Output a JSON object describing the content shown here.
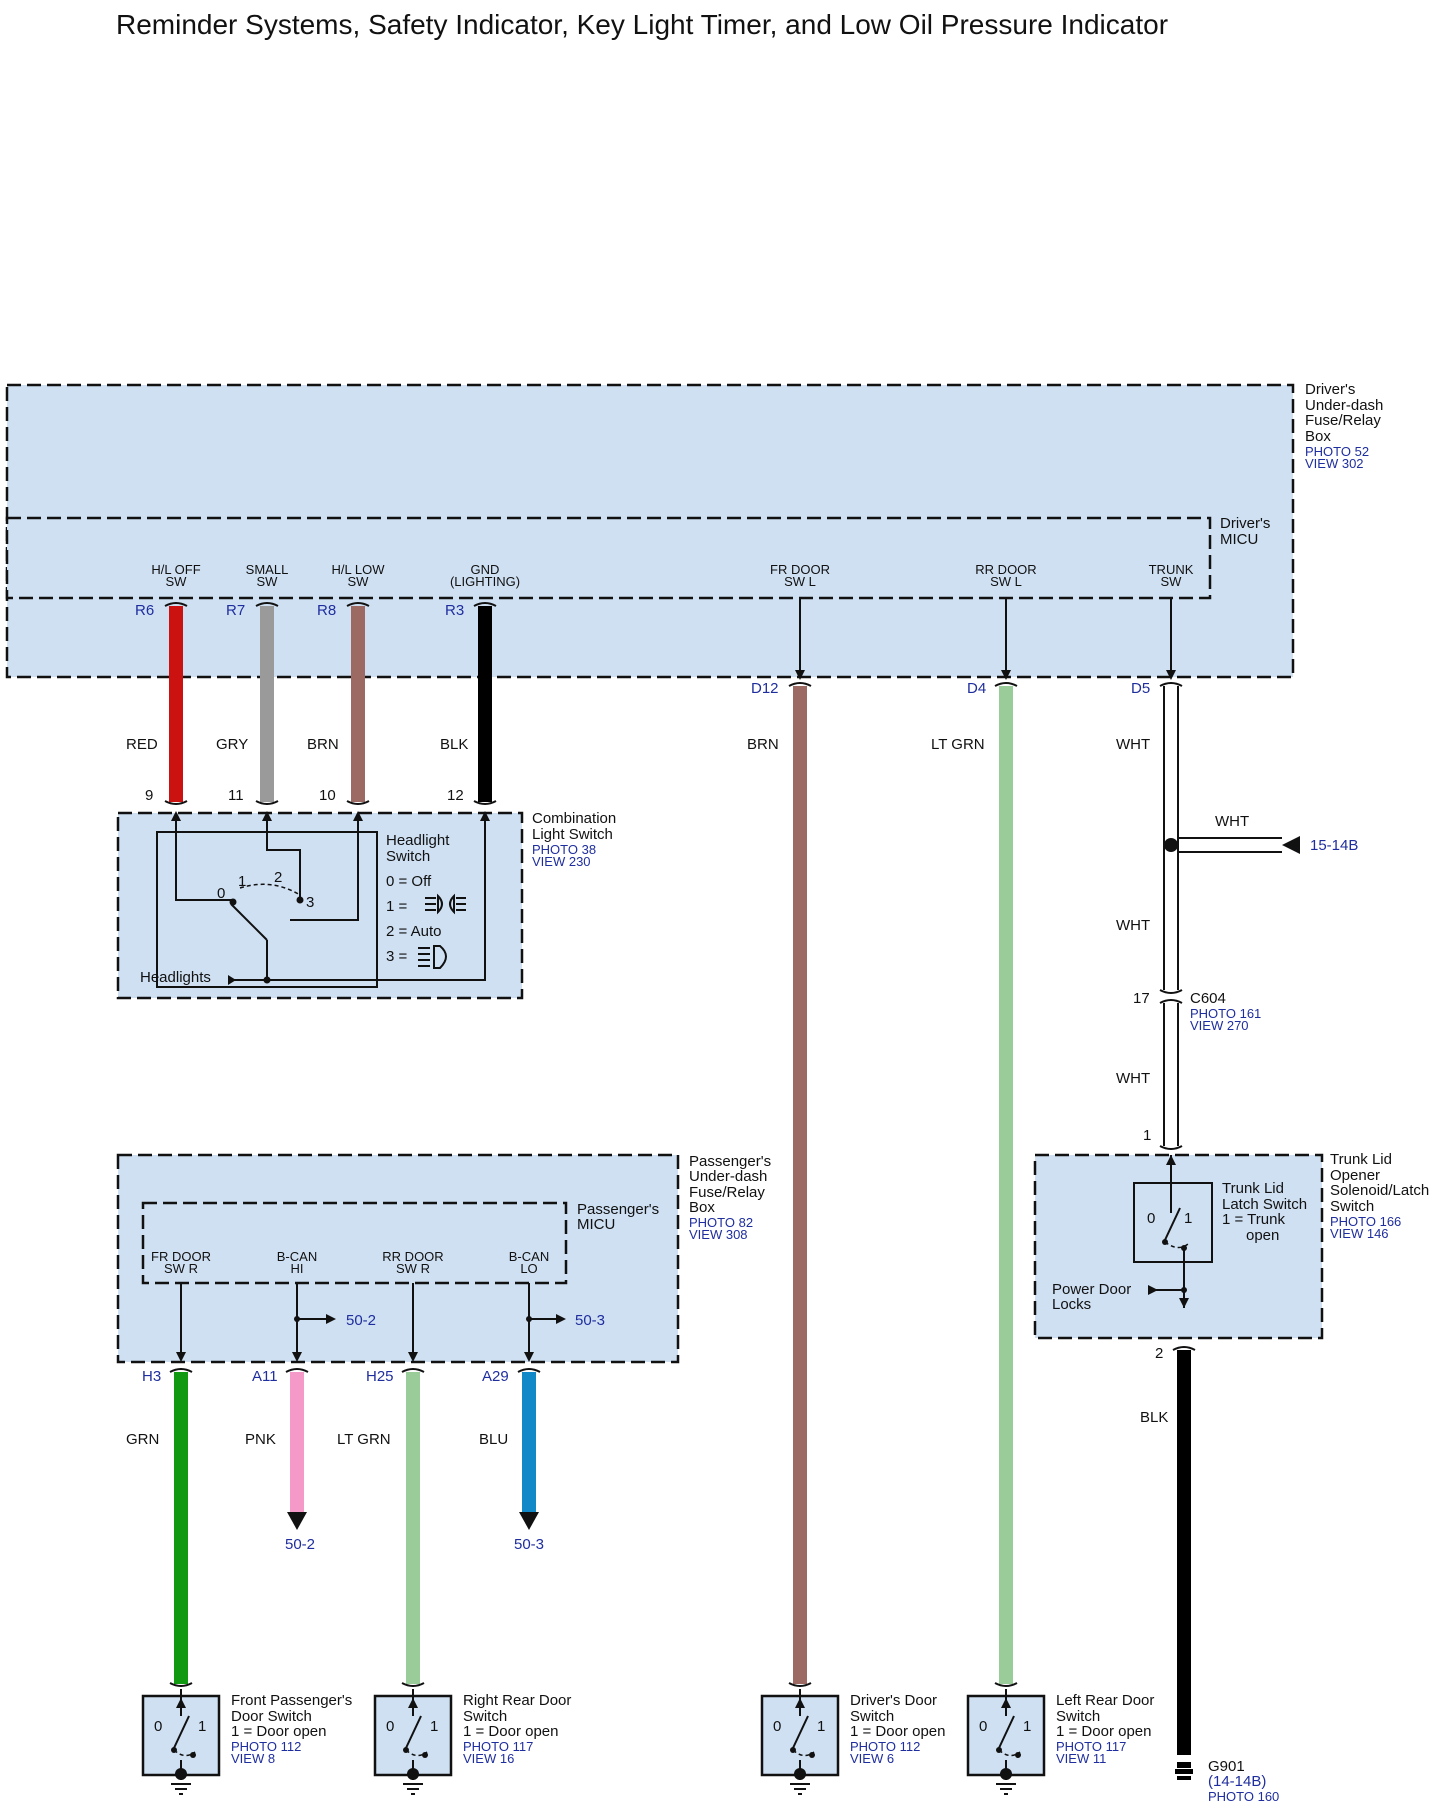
{
  "title": "Reminder Systems, Safety Indicator, Key Light Timer, and Low Oil Pressure Indicator",
  "drivers_box": {
    "name": "Driver's Under-dash Fuse/Relay Box",
    "name_lines": [
      "Driver's",
      "Under-dash",
      "Fuse/Relay",
      "Box"
    ],
    "photo": "PHOTO 52",
    "view": "VIEW 302"
  },
  "drivers_micu": {
    "name_lines": [
      "Driver's",
      "MICU"
    ],
    "terminals": [
      {
        "label_lines": [
          "H/L OFF",
          "SW"
        ],
        "connector": "R6",
        "wire": "RED",
        "color": "#cc1111",
        "pin": "9"
      },
      {
        "label_lines": [
          "SMALL",
          "SW"
        ],
        "connector": "R7",
        "wire": "GRY",
        "color": "#9a9a9a",
        "pin": "11"
      },
      {
        "label_lines": [
          "H/L LOW",
          "SW"
        ],
        "connector": "R8",
        "wire": "BRN",
        "color": "#9c6a63",
        "pin": "10"
      },
      {
        "label_lines": [
          "GND",
          "(LIGHTING)"
        ],
        "connector": "R3",
        "wire": "BLK",
        "color": "#000000",
        "pin": "12"
      },
      {
        "label_lines": [
          "FR DOOR",
          "SW L"
        ],
        "connector": "D12",
        "wire": "BRN",
        "color": "#9c6a63"
      },
      {
        "label_lines": [
          "RR DOOR",
          "SW L"
        ],
        "connector": "D4",
        "wire": "LT GRN",
        "color": "#99cc99"
      },
      {
        "label_lines": [
          "TRUNK",
          "SW"
        ],
        "connector": "D5",
        "wire": "WHT",
        "color": "#ffffff"
      }
    ]
  },
  "combination_switch": {
    "name_lines": [
      "Combination",
      "Light Switch"
    ],
    "photo": "PHOTO 38",
    "view": "VIEW 230",
    "headlight_switch_lines": [
      "Headlight",
      "Switch"
    ],
    "positions": [
      "0 = Off",
      "1 =",
      "2 = Auto",
      "3 ="
    ],
    "contacts": [
      "0",
      "1",
      "2",
      "3"
    ],
    "headlights_label": "Headlights"
  },
  "splice": {
    "wire_top": "WHT",
    "branch_wire": "WHT",
    "branch_ref": "15-14B",
    "wire_mid": "WHT",
    "connector": "C604",
    "connector_pin": "17",
    "photo": "PHOTO 161",
    "view": "VIEW 270",
    "wire_bottom": "WHT",
    "trunk_pin": "1"
  },
  "trunk_switch": {
    "name_lines": [
      "Trunk Lid",
      "Opener",
      "Solenoid/Latch",
      "Switch"
    ],
    "photo": "PHOTO 166",
    "view": "VIEW 146",
    "latch_lines": [
      "Trunk Lid",
      "Latch Switch",
      "1 = Trunk",
      "open"
    ],
    "power_door_lines": [
      "Power Door",
      "Locks"
    ],
    "pos0": "0",
    "pos1": "1",
    "out_pin": "2",
    "out_wire": "BLK"
  },
  "ground": {
    "name": "G901",
    "ref": "(14-14B)",
    "photo": "PHOTO 160"
  },
  "passenger_box": {
    "name_lines": [
      "Passenger's",
      "Under-dash",
      "Fuse/Relay",
      "Box"
    ],
    "photo": "PHOTO 82",
    "view": "VIEW 308",
    "micu_lines": [
      "Passenger's",
      "MICU"
    ],
    "terminals": [
      {
        "label_lines": [
          "FR DOOR",
          "SW R"
        ],
        "connector": "H3",
        "wire": "GRN",
        "color": "#119911"
      },
      {
        "label_lines": [
          "B-CAN",
          "HI"
        ],
        "connector": "A11",
        "wire": "PNK",
        "color": "#f59ac8",
        "ref": "50-2"
      },
      {
        "label_lines": [
          "RR DOOR",
          "SW R"
        ],
        "connector": "H25",
        "wire": "LT GRN",
        "color": "#99cc99"
      },
      {
        "label_lines": [
          "B-CAN",
          "LO"
        ],
        "connector": "A29",
        "wire": "BLU",
        "color": "#1188c8",
        "ref": "50-3"
      }
    ]
  },
  "door_switches": [
    {
      "name_lines": [
        "Front Passenger's",
        "Door Switch"
      ],
      "state": "1 = Door open",
      "photo": "PHOTO 112",
      "view": "VIEW 8",
      "pos0": "0",
      "pos1": "1"
    },
    {
      "name_lines": [
        "Right Rear Door",
        "Switch"
      ],
      "state": "1 = Door open",
      "photo": "PHOTO 117",
      "view": "VIEW 16",
      "pos0": "0",
      "pos1": "1"
    },
    {
      "name_lines": [
        "Driver's Door",
        "Switch"
      ],
      "state": "1 = Door open",
      "photo": "PHOTO 112",
      "view": "VIEW 6",
      "pos0": "0",
      "pos1": "1"
    },
    {
      "name_lines": [
        "Left Rear Door",
        "Switch"
      ],
      "state": "1 = Door open",
      "photo": "PHOTO 117",
      "view": "VIEW 11",
      "pos0": "0",
      "pos1": "1"
    }
  ]
}
